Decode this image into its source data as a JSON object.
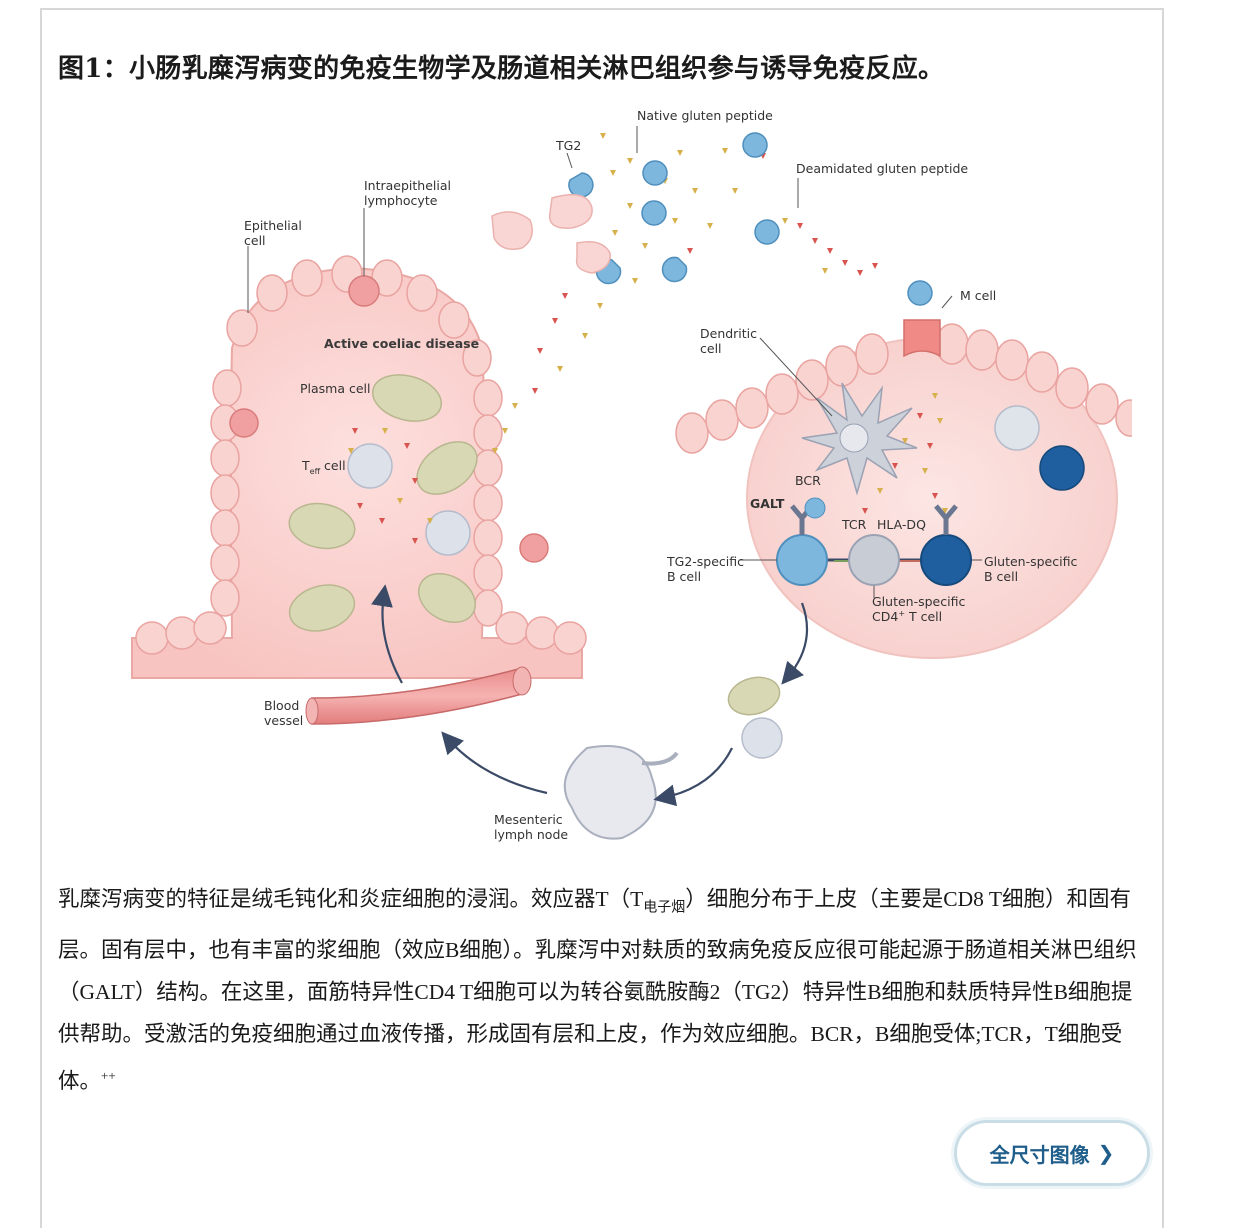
{
  "title": "图1：小肠乳糜泻病变的免疫生物学及肠道相关淋巴组织参与诱导免疫反应。",
  "figure": {
    "labels": {
      "native_gluten": "Native gluten peptide",
      "tg2": "TG2",
      "deamidated": "Deamidated gluten peptide",
      "intraepithelial_1": "Intraepithelial",
      "intraepithelial_2": "lymphocyte",
      "epithelial_1": "Epithelial",
      "epithelial_2": "cell",
      "m_cell": "M cell",
      "dendritic_1": "Dendritic",
      "dendritic_2": "cell",
      "active_coeliac": "Active coeliac disease",
      "plasma_cell": "Plasma cell",
      "teff_t": "T",
      "teff_sub": "eff",
      "teff_cell": " cell",
      "bcr": "BCR",
      "galt": "GALT",
      "tcr": "TCR",
      "hla_dq": "HLA-DQ",
      "tg2_b_1": "TG2-specific",
      "tg2_b_2": "B cell",
      "gluten_b_1": "Gluten-specific",
      "gluten_b_2": "B cell",
      "gluten_t_1": "Gluten-specific",
      "gluten_t_2": "CD4",
      "gluten_t_sup": "+",
      "gluten_t_3": " T cell",
      "blood_1": "Blood",
      "blood_2": "vessel",
      "mesenteric_1": "Mesenteric",
      "mesenteric_2": "lymph node"
    },
    "colors": {
      "tissue": "#f5c6c3",
      "tissue_edge": "#e79b98",
      "plasma": "#d6d6b2",
      "t_cell": "#d7dbe4",
      "b_cell_light": "#7db7de",
      "b_cell_dark": "#1f5f9f",
      "peptide_native": "#d6b04a",
      "peptide_deamidated": "#d9534f"
    }
  },
  "caption": {
    "part1": "乳糜泻病变的特征是绒毛钝化和炎症细胞的浸润。效应器T（T",
    "sub": "电子烟",
    "part2": "）细胞分布于上皮（主要是CD8 T细胞）和固有层。固有层中，也有丰富的浆细胞（效应B细胞）。乳糜泻中对麸质的致病免疫反应很可能起源于肠道相关淋巴组织（GALT）结构。在这里，面筋特异性CD4 T细胞可以为转谷氨酰胺酶2（TG2）特异性B细胞和麸质特异性B细胞提供帮助。受激活的免疫细胞通过血液传播，形成固有层和上皮，作为效应细胞。BCR，B细胞受体;TCR，T细胞受体。",
    "sup": "++"
  },
  "button": {
    "label": "全尺寸图像",
    "chevron": "❯"
  }
}
